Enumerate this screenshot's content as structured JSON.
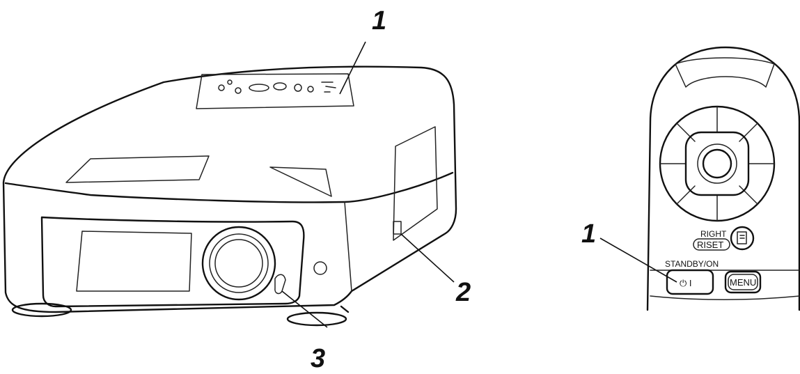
{
  "callouts": {
    "projector_top": "1",
    "projector_side": "2",
    "projector_front": "3",
    "remote": "1"
  },
  "remote": {
    "right_label": "RIGHT",
    "reset_label": "RISET",
    "standby_label": "STANDBY/ON",
    "power_symbol": "⏻ I",
    "menu_label": "MENU"
  },
  "colors": {
    "ink": "#111111",
    "background": "#ffffff"
  }
}
